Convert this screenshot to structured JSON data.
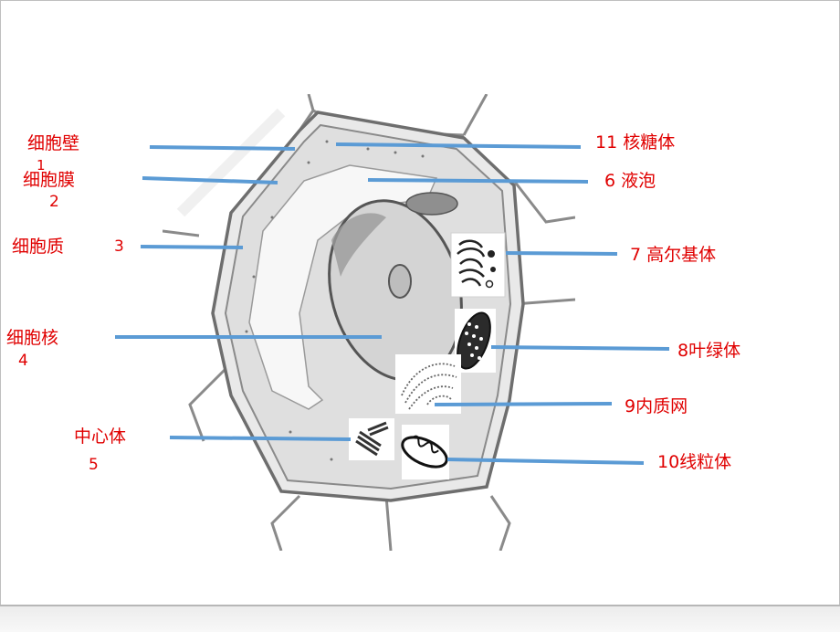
{
  "colors": {
    "label_text": "#e00000",
    "leader_line": "#5b9bd5",
    "diagram_outline": "#6e6e6e"
  },
  "labels": {
    "cell_wall": {
      "text": "细胞壁",
      "num": "1"
    },
    "cell_membrane": {
      "text": "细胞膜",
      "num": "2"
    },
    "cytoplasm": {
      "text": "细胞质",
      "num": "3"
    },
    "nucleus": {
      "text": "细胞核",
      "num": "4"
    },
    "centrosome": {
      "text": "中心体",
      "num": "5"
    },
    "ribosome": {
      "text": "11 核糖体"
    },
    "vacuole": {
      "text": "6 液泡"
    },
    "golgi": {
      "text": "7 高尔基体"
    },
    "chloroplast": {
      "text": "8叶绿体"
    },
    "er": {
      "text": "9内质网"
    },
    "mitochondrion": {
      "text": "10线粒体"
    }
  }
}
